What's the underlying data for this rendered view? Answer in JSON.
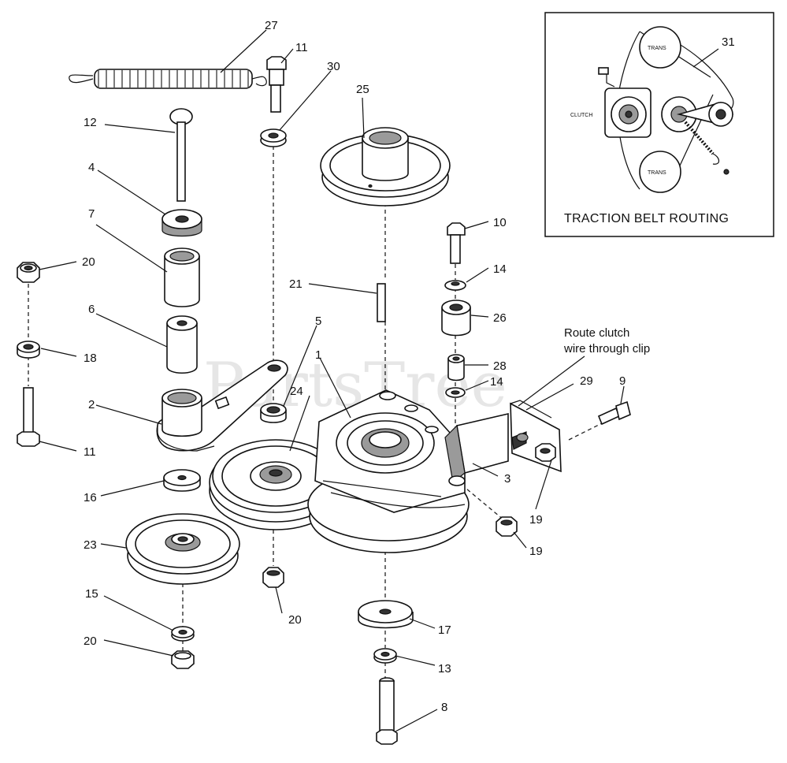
{
  "watermark": "PartsTree",
  "inset": {
    "title": "TRACTION BELT ROUTING",
    "trans_top": "TRANS",
    "trans_bottom": "TRANS",
    "clutch": "CLUTCH",
    "callout": "31"
  },
  "note": {
    "line1": "Route clutch",
    "line2": "wire through clip"
  },
  "labels": {
    "p27": "27",
    "p11a": "11",
    "p30": "30",
    "p25": "25",
    "p12": "12",
    "p4": "4",
    "p7": "7",
    "p20a": "20",
    "p18": "18",
    "p6": "6",
    "p11b": "11",
    "p2": "2",
    "p16": "16",
    "p23": "23",
    "p15": "15",
    "p20b": "20",
    "p10": "10",
    "p14a": "14",
    "p21": "21",
    "p26": "26",
    "p5": "5",
    "p1": "1",
    "p28": "28",
    "p14b": "14",
    "p24": "24",
    "p29": "29",
    "p9": "9",
    "p3": "3",
    "p19a": "19",
    "p19b": "19",
    "p20c": "20",
    "p17": "17",
    "p13": "13",
    "p8": "8"
  }
}
